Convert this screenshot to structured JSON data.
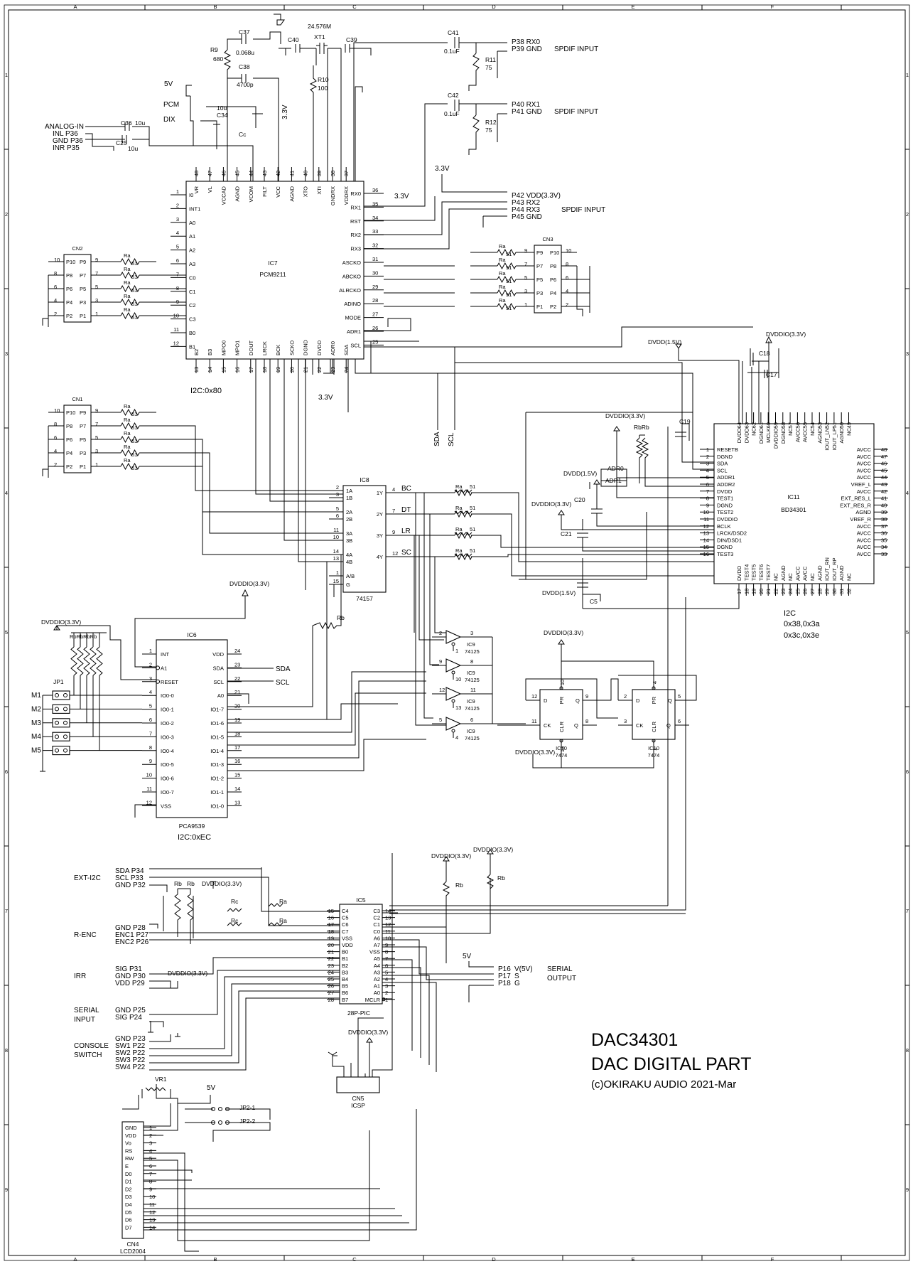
{
  "sheet": {
    "columns": [
      "A",
      "B",
      "C",
      "D",
      "E",
      "F"
    ],
    "rows": [
      "1",
      "2",
      "3",
      "4",
      "5",
      "6",
      "7",
      "8",
      "9"
    ]
  },
  "title_block": {
    "title": "DAC34301",
    "subtitle": "DAC DIGITAL PART",
    "copyright": "(c)OKIRAKU AUDIO 2021-Mar"
  },
  "ic7": {
    "ref": "IC7",
    "part": "PCM9211",
    "i2c": "I2C:0x80",
    "left_pins": [
      {
        "n": "1",
        "name": "I0"
      },
      {
        "n": "2",
        "name": "INT1"
      },
      {
        "n": "3",
        "name": "A0"
      },
      {
        "n": "4",
        "name": "A1"
      },
      {
        "n": "5",
        "name": "A2"
      },
      {
        "n": "6",
        "name": "A3"
      },
      {
        "n": "7",
        "name": "C0"
      },
      {
        "n": "8",
        "name": "C1"
      },
      {
        "n": "9",
        "name": "C2"
      },
      {
        "n": "10",
        "name": "C3"
      },
      {
        "n": "11",
        "name": "B0"
      },
      {
        "n": "12",
        "name": "B1"
      }
    ],
    "right_pins": [
      {
        "n": "36",
        "name": "RX0"
      },
      {
        "n": "35",
        "name": "RX1"
      },
      {
        "n": "34",
        "name": "RST"
      },
      {
        "n": "33",
        "name": "RX2"
      },
      {
        "n": "32",
        "name": "RX3"
      },
      {
        "n": "31",
        "name": "ASCKO"
      },
      {
        "n": "30",
        "name": "ABCKO"
      },
      {
        "n": "29",
        "name": "ALRCKO"
      },
      {
        "n": "28",
        "name": "ADINO"
      },
      {
        "n": "27",
        "name": "MODE"
      },
      {
        "n": "26",
        "name": "ADR1"
      },
      {
        "n": "25",
        "name": "SCL"
      }
    ],
    "top_pins": [
      {
        "n": "48",
        "name": "VR"
      },
      {
        "n": "47",
        "name": "VL"
      },
      {
        "n": "46",
        "name": "VCCAD"
      },
      {
        "n": "45",
        "name": "AGND"
      },
      {
        "n": "44",
        "name": "VCOM"
      },
      {
        "n": "43",
        "name": "FILT"
      },
      {
        "n": "42",
        "name": "VCC"
      },
      {
        "n": "41",
        "name": "AGND"
      },
      {
        "n": "40",
        "name": "XTO"
      },
      {
        "n": "39",
        "name": "XTI"
      },
      {
        "n": "38",
        "name": "GNDRX"
      },
      {
        "n": "37",
        "name": "VDDRX"
      }
    ],
    "bottom_pins": [
      {
        "n": "13",
        "name": "B2"
      },
      {
        "n": "14",
        "name": "B3"
      },
      {
        "n": "15",
        "name": "MPO0"
      },
      {
        "n": "16",
        "name": "MPO1"
      },
      {
        "n": "17",
        "name": "DOUT"
      },
      {
        "n": "18",
        "name": "LRCK"
      },
      {
        "n": "19",
        "name": "BCK"
      },
      {
        "n": "20",
        "name": "SCKO"
      },
      {
        "n": "21",
        "name": "DGND"
      },
      {
        "n": "22",
        "name": "DVDD"
      },
      {
        "n": "23",
        "name": "ADR0"
      },
      {
        "n": "24",
        "name": "SDA"
      }
    ]
  },
  "top_parts": {
    "r9": "R9",
    "r9v": "680",
    "c37": "C37",
    "c37v": "0.068u",
    "c38": "C38",
    "c38v": "4700p",
    "c40": "C40",
    "xt1": "XT1",
    "xt1v": "24.576M",
    "c39": "C39",
    "r10": "R10",
    "r10v": "100",
    "c34": "C34",
    "c34v": "10u",
    "cc": "Cc",
    "v5": "5V",
    "pcm": "PCM",
    "dix": "DIX",
    "v33": "3.3V",
    "c36": "C36",
    "c36v": "10u",
    "c25": "C25",
    "c25v": "10u"
  },
  "analog_in": {
    "title": "ANALOG-IN",
    "l1": "INL P36",
    "l2": "GND P36",
    "l3": "INR P35"
  },
  "spdif": {
    "c41": "C41",
    "c41v": "0.1uF",
    "r11": "R11",
    "r11v": "75",
    "p38": "P38 RX0",
    "p39": "P39 GND",
    "in1": "SPDIF INPUT",
    "c42": "C42",
    "c42v": "0.1uF",
    "r12": "R12",
    "r12v": "75",
    "p40": "P40 RX1",
    "p41": "P41 GND",
    "in2": "SPDIF INPUT",
    "v33": "3.3V",
    "vrx": "3.3V",
    "p42": "P42 VDD(3.3V)",
    "p43": "P43 RX2",
    "p44": "P44 RX3",
    "p45": "P45 GND",
    "in3": "SPDIF INPUT"
  },
  "cn2": {
    "ref": "CN2",
    "pins": [
      "P10",
      "P9",
      "P8",
      "P7",
      "P6",
      "P5",
      "P4",
      "P3",
      "P2",
      "P1"
    ],
    "nums": [
      "10",
      "9",
      "8",
      "7",
      "6",
      "5",
      "4",
      "3",
      "2",
      "1"
    ],
    "r": "Ra",
    "rv": "51"
  },
  "cn3": {
    "ref": "CN3",
    "pins": [
      "P9",
      "P10",
      "P7",
      "P8",
      "P5",
      "P6",
      "P3",
      "P4",
      "P1",
      "P2"
    ],
    "nums": [
      "9",
      "10",
      "7",
      "8",
      "5",
      "6",
      "3",
      "4",
      "1",
      "2"
    ],
    "r": "Ra",
    "rv": "51"
  },
  "cn1": {
    "ref": "CN1",
    "pins": [
      "P10",
      "P9",
      "P8",
      "P7",
      "P6",
      "P5",
      "P4",
      "P3",
      "P2",
      "P1"
    ],
    "nums": [
      "10",
      "9",
      "8",
      "7",
      "6",
      "5",
      "4",
      "3",
      "2",
      "1"
    ],
    "r": "Ra",
    "rv": "51"
  },
  "ic8": {
    "ref": "IC8",
    "part": "74157",
    "left": [
      {
        "n": "2",
        "name": "1A"
      },
      {
        "n": "3",
        "name": "1B"
      },
      {
        "n": "5",
        "name": "2A"
      },
      {
        "n": "6",
        "name": "2B"
      },
      {
        "n": "11",
        "name": "3A"
      },
      {
        "n": "10",
        "name": "3B"
      },
      {
        "n": "14",
        "name": "4A"
      },
      {
        "n": "13",
        "name": "4B"
      },
      {
        "n": "1",
        "name": "A/B"
      },
      {
        "n": "15",
        "name": "G"
      }
    ],
    "right": [
      {
        "n": "4",
        "name": "1Y"
      },
      {
        "n": "7",
        "name": "2Y"
      },
      {
        "n": "9",
        "name": "3Y"
      },
      {
        "n": "12",
        "name": "4Y"
      }
    ],
    "nets": [
      "BC",
      "DT",
      "LR",
      "SC"
    ],
    "r": "Ra",
    "rv": "51",
    "sda": "SDA",
    "scl": "SCL",
    "v33": "3.3V"
  },
  "ic11": {
    "ref": "IC11",
    "part": "BD34301",
    "i2c": "I2C",
    "addr1": "0x38,0x3a",
    "addr2": "0x3c,0x3e",
    "left": [
      {
        "n": "1",
        "name": "RESETB"
      },
      {
        "n": "2",
        "name": "DGND"
      },
      {
        "n": "3",
        "name": "SDA"
      },
      {
        "n": "4",
        "name": "SCL"
      },
      {
        "n": "5",
        "name": "ADDR1"
      },
      {
        "n": "6",
        "name": "ADDR2"
      },
      {
        "n": "7",
        "name": "DVDD"
      },
      {
        "n": "8",
        "name": "TEST1"
      },
      {
        "n": "9",
        "name": "DGND"
      },
      {
        "n": "10",
        "name": "TEST2"
      },
      {
        "n": "11",
        "name": "DVDDIO"
      },
      {
        "n": "12",
        "name": "BCLK"
      },
      {
        "n": "13",
        "name": "LRCK/DSD2"
      },
      {
        "n": "14",
        "name": "DIN/DSD1"
      },
      {
        "n": "15",
        "name": "DGND"
      },
      {
        "n": "16",
        "name": "TEST3"
      }
    ],
    "right": [
      {
        "n": "48",
        "name": "AVCC"
      },
      {
        "n": "47",
        "name": "AVCC"
      },
      {
        "n": "46",
        "name": "AVCC"
      },
      {
        "n": "45",
        "name": "AVCC"
      },
      {
        "n": "44",
        "name": "AVCC"
      },
      {
        "n": "43",
        "name": "VREF_L"
      },
      {
        "n": "42",
        "name": "AVCC"
      },
      {
        "n": "41",
        "name": "EXT_RES_L"
      },
      {
        "n": "40",
        "name": "EXT_RES_R"
      },
      {
        "n": "39",
        "name": "AGND"
      },
      {
        "n": "38",
        "name": "VREF_R"
      },
      {
        "n": "37",
        "name": "AVCC"
      },
      {
        "n": "36",
        "name": "AVCC"
      },
      {
        "n": "35",
        "name": "AVCC"
      },
      {
        "n": "34",
        "name": "AVCC"
      },
      {
        "n": "33",
        "name": "AVCC"
      }
    ],
    "top": [
      "DVDD",
      "DVDD",
      "NC",
      "DGND",
      "MCLK",
      "DVDDIO",
      "DGND",
      "NC",
      "AVCC",
      "AVCC",
      "NC",
      "AGND",
      "IOUT_LN",
      "IOUT_LP",
      "AGND",
      "NC"
    ],
    "top_n": [
      "64",
      "63",
      "62",
      "61",
      "60",
      "59",
      "58",
      "57",
      "56",
      "55",
      "54",
      "53",
      "52",
      "51",
      "50",
      "49"
    ],
    "bottom": [
      "DVDD",
      "TEST4",
      "TEST5",
      "TEST6",
      "TEST7",
      "NC",
      "AGND",
      "NC",
      "AVCC",
      "AVCC",
      "NC",
      "AGND",
      "IOUT_RN",
      "IOUT_RP",
      "AGND",
      "NC"
    ],
    "bottom_n": [
      "17",
      "18",
      "19",
      "20",
      "21",
      "22",
      "23",
      "24",
      "25",
      "26",
      "27",
      "28",
      "29",
      "30",
      "31",
      "32"
    ],
    "dvdd15": "DVDD(1.5V)",
    "dvddio": "DVDDIO(3.3V)",
    "c18": "C18",
    "c17": "C17",
    "c19": "C19",
    "c20": "C20",
    "c21": "C21",
    "c5": "C5",
    "adr0": "ADR0",
    "adr1": "ADR1",
    "rb": "RbRb"
  },
  "ic6": {
    "ref": "IC6",
    "part": "PCA9539",
    "i2c": "I2C:0xEC",
    "left": [
      {
        "n": "1",
        "name": "INT"
      },
      {
        "n": "2",
        "name": "A1"
      },
      {
        "n": "3",
        "name": "RESET"
      },
      {
        "n": "4",
        "name": "IO0-0"
      },
      {
        "n": "5",
        "name": "IO0-1"
      },
      {
        "n": "6",
        "name": "IO0-2"
      },
      {
        "n": "7",
        "name": "IO0-3"
      },
      {
        "n": "8",
        "name": "IO0-4"
      },
      {
        "n": "9",
        "name": "IO0-5"
      },
      {
        "n": "10",
        "name": "IO0-6"
      },
      {
        "n": "11",
        "name": "IO0-7"
      },
      {
        "n": "12",
        "name": "VSS"
      }
    ],
    "right": [
      {
        "n": "24",
        "name": "VDD"
      },
      {
        "n": "23",
        "name": "SDA"
      },
      {
        "n": "22",
        "name": "SCL"
      },
      {
        "n": "21",
        "name": "A0"
      },
      {
        "n": "20",
        "name": "IO1-7"
      },
      {
        "n": "19",
        "name": "IO1-6"
      },
      {
        "n": "18",
        "name": "IO1-5"
      },
      {
        "n": "17",
        "name": "IO1-4"
      },
      {
        "n": "16",
        "name": "IO1-3"
      },
      {
        "n": "15",
        "name": "IO1-2"
      },
      {
        "n": "14",
        "name": "IO1-1"
      },
      {
        "n": "13",
        "name": "IO1-0"
      }
    ],
    "dvddio": "DVDDIO(3.3V)",
    "sda": "SDA",
    "scl": "SCL",
    "rb": "Rb",
    "rbs": "RbRbRbRb",
    "jp1": "JP1",
    "m": [
      "M1",
      "M2",
      "M3",
      "M4",
      "M5"
    ]
  },
  "ic9": {
    "ref": "IC9",
    "part": "74125",
    "pins": [
      [
        "2",
        "1",
        "3"
      ],
      [
        "9",
        "10",
        "8"
      ],
      [
        "12",
        "13",
        "11"
      ],
      [
        "5",
        "4",
        "6"
      ]
    ]
  },
  "ic10": {
    "ref": "IC10",
    "part": "7474",
    "dvddio": "DVDDIO(3.3V)",
    "a": {
      "d": "12",
      "ck": "11",
      "q": "9",
      "qn": "8",
      "pr": "10",
      "clr": "13"
    },
    "b": {
      "d": "2",
      "ck": "3",
      "q": "5",
      "qn": "6",
      "pr": "4",
      "clr": "1"
    },
    "lbl": {
      "d": "D",
      "ck": "CK",
      "q": "Q",
      "qn": "Q",
      "pr": "PR",
      "clr": "CLR"
    }
  },
  "ic5": {
    "ref": "IC5",
    "part": "28P-PIC",
    "left": [
      {
        "n": "15",
        "name": "C4"
      },
      {
        "n": "16",
        "name": "C5"
      },
      {
        "n": "17",
        "name": "C6"
      },
      {
        "n": "18",
        "name": "C7"
      },
      {
        "n": "19",
        "name": "VSS"
      },
      {
        "n": "20",
        "name": "VDD"
      },
      {
        "n": "21",
        "name": "B0"
      },
      {
        "n": "22",
        "name": "B1"
      },
      {
        "n": "23",
        "name": "B2"
      },
      {
        "n": "24",
        "name": "B3"
      },
      {
        "n": "25",
        "name": "B4"
      },
      {
        "n": "26",
        "name": "B5"
      },
      {
        "n": "27",
        "name": "B6"
      },
      {
        "n": "28",
        "name": "B7"
      }
    ],
    "right": [
      {
        "n": "14",
        "name": "C3"
      },
      {
        "n": "13",
        "name": "C2"
      },
      {
        "n": "12",
        "name": "C1"
      },
      {
        "n": "11",
        "name": "C0"
      },
      {
        "n": "10",
        "name": "A6"
      },
      {
        "n": "9",
        "name": "A7"
      },
      {
        "n": "8",
        "name": "VSS"
      },
      {
        "n": "7",
        "name": "A5"
      },
      {
        "n": "6",
        "name": "A4"
      },
      {
        "n": "5",
        "name": "A3"
      },
      {
        "n": "4",
        "name": "A2"
      },
      {
        "n": "3",
        "name": "A1"
      },
      {
        "n": "2",
        "name": "A0"
      },
      {
        "n": "1",
        "name": "MCLR"
      }
    ],
    "rc": "Rc",
    "ra": "Ra",
    "rb": "Rb",
    "dvddio": "DVDDIO(3.3V)"
  },
  "connectors": {
    "ext_i2c": "EXT-I2C",
    "sda34": "SDA P34",
    "scl33": "SCL P33",
    "gnd32": "GND P32",
    "r_enc": "R-ENC",
    "gnd28": "GND P28",
    "enc1": "ENC1 P27",
    "enc2": "ENC2 P26",
    "irr": "IRR",
    "sig31": "SIG P31",
    "gnd30": "GND P30",
    "vdd29": "VDD P29",
    "serial_in_1": "SERIAL",
    "serial_in_2": "INPUT",
    "gnd25": "GND P25",
    "sig24": "SIG P24",
    "console_1": "CONSOLE",
    "console_2": "SWITCH",
    "gnd23": "GND P23",
    "sw1": "SW1 P22",
    "sw2": "SW2 P22",
    "sw3": "SW3 P22",
    "sw4": "SW4 P22",
    "v5": "5V",
    "p16": "P16",
    "p16n": "V(5V)",
    "p17": "P17",
    "p17n": "S",
    "p18": "P18",
    "p18n": "G",
    "serial_out_1": "SERIAL",
    "serial_out_2": "OUTPUT"
  },
  "cn5": {
    "ref": "CN5",
    "name": "ICSP",
    "dvddio": "DVDDIO(3.3V)"
  },
  "lcd": {
    "ref": "CN4",
    "part": "LCD2004",
    "vr1": "VR1",
    "v5": "5V",
    "jp21": "JP2-1",
    "jp22": "JP2-2",
    "pins": [
      "GND",
      "VDD",
      "Vo",
      "RS",
      "RW",
      "E",
      "D0",
      "D1",
      "D2",
      "D3",
      "D4",
      "D5",
      "D6",
      "D7"
    ]
  }
}
